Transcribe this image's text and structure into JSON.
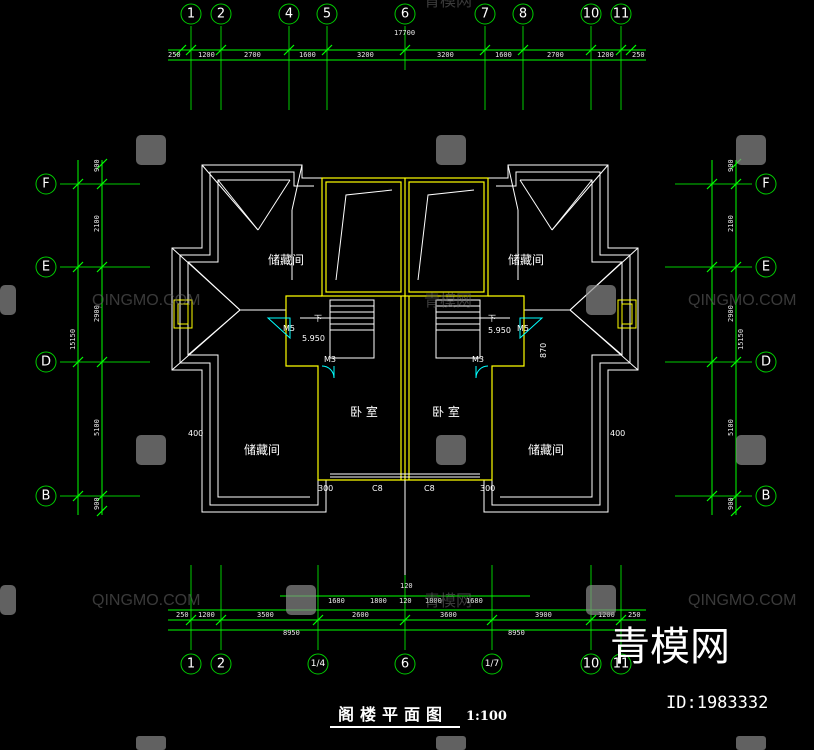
{
  "drawing": {
    "title": "阁楼平面图",
    "scale": "1:100",
    "background": "#000000",
    "colors": {
      "wall": "#ffffff",
      "dimension": "#00ff00",
      "core": "#ffff00",
      "stair": "#00ffff",
      "text": "#ffffff"
    }
  },
  "axes_top": [
    "1",
    "2",
    "4",
    "5",
    "6",
    "7",
    "8",
    "10",
    "11"
  ],
  "axes_bottom": [
    "1",
    "2",
    "1/4",
    "6",
    "1/7",
    "10",
    "11"
  ],
  "axes_side": [
    "F",
    "E",
    "D",
    "B"
  ],
  "dims_top_row": [
    "250",
    "1200",
    "2700",
    "1600",
    "3200",
    "3200",
    "1600",
    "2700",
    "1200",
    "250"
  ],
  "dims_top_total": "17700",
  "dims_bottom_row1": [
    "1680",
    "1800",
    "120",
    "1800",
    "1680"
  ],
  "dims_bottom_mid": "120",
  "dims_bottom_row2": [
    "250",
    "1200",
    "3500",
    "2600",
    "3600",
    "3900",
    "1200",
    "250"
  ],
  "dims_bottom_row3": [
    "8950",
    "8950"
  ],
  "dims_left": [
    "900",
    "2100",
    "2900",
    "5100",
    "900"
  ],
  "dims_left_total": "15150",
  "dims_right": [
    "900",
    "2100",
    "2900",
    "5100",
    "900"
  ],
  "dims_right_total": "15150",
  "rooms": {
    "storage_top_left": "储藏间",
    "storage_top_right": "储藏间",
    "storage_bottom_left": "储藏间",
    "storage_bottom_right": "储藏间",
    "bedroom_left": "卧 室",
    "bedroom_right": "卧 室"
  },
  "labels": {
    "down_left": "下",
    "down_right": "下",
    "level_left": "5.950",
    "level_right": "5.950",
    "door_m5_left": "M5",
    "door_m5_right": "M5",
    "door_m3_left": "M3",
    "door_m3_right": "M3",
    "dim_400_left": "400",
    "dim_400_right": "400",
    "dim_300_left": "300",
    "dim_300_right": "300",
    "c8_left": "C8",
    "c8_right": "C8",
    "dim_870": "870"
  },
  "watermarks": {
    "site_text": "QINGMO.COM",
    "cn_text": "青模网",
    "brand": "青模网",
    "id_label": "ID:1983332"
  }
}
